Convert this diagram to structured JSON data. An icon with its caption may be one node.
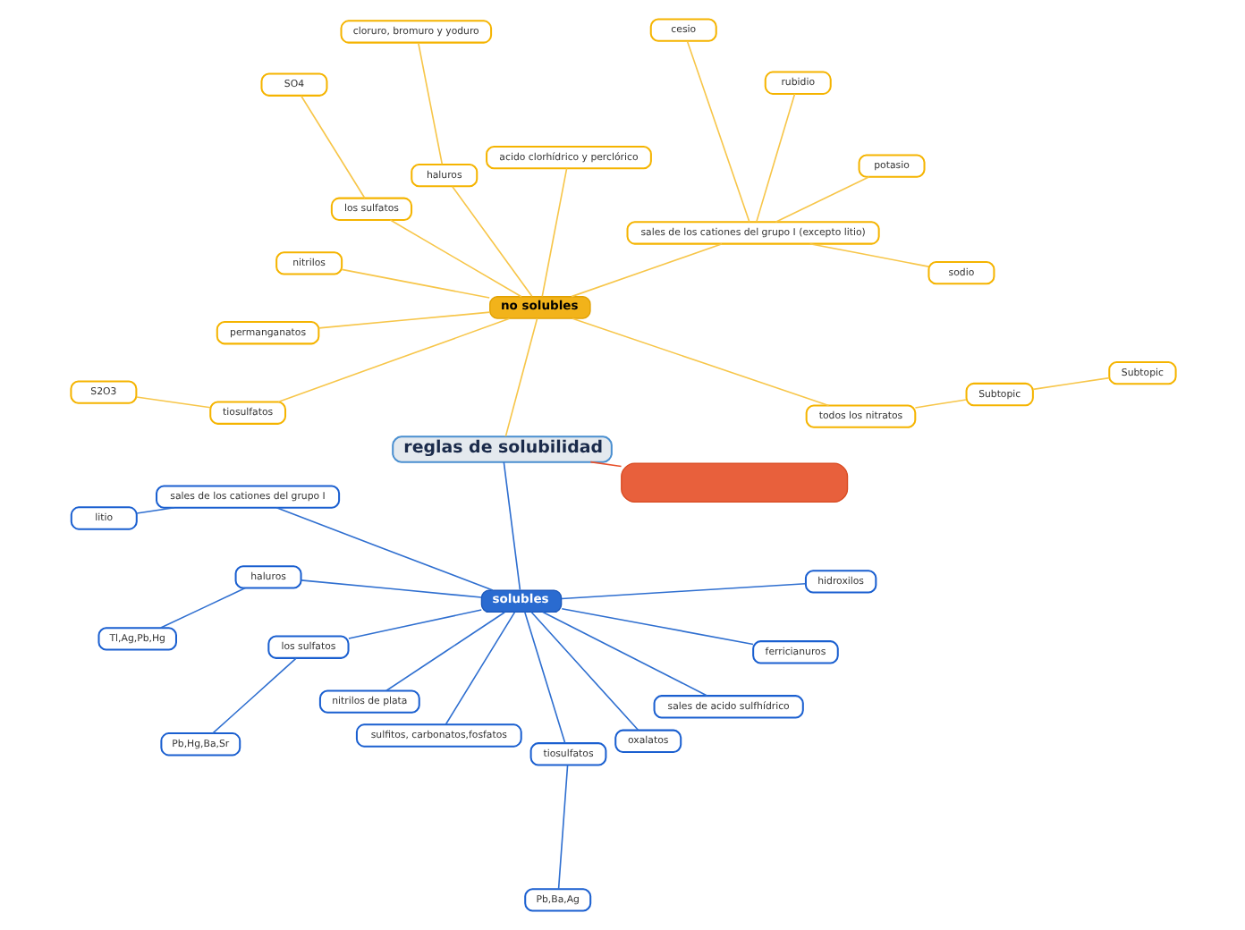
{
  "diagram": {
    "nodes": [
      {
        "text": [
          "reglas de solubilidad"
        ]
      },
      {
        "text": [
          "no solubles"
        ]
      },
      {
        "text": [
          "todos los nitratos"
        ]
      },
      {
        "text": [
          "Subtopic"
        ]
      },
      {
        "text": [
          "Subtopic"
        ]
      },
      {
        "text": [
          "sales de los cationes del grupo I (excepto litio)"
        ]
      },
      {
        "text": [
          "sodio"
        ]
      },
      {
        "text": [
          "potasio"
        ]
      },
      {
        "text": [
          "rubidio"
        ]
      },
      {
        "text": [
          "cesio"
        ]
      },
      {
        "text": [
          "acido clorhídrico y perclórico"
        ]
      },
      {
        "text": [
          "haluros"
        ]
      },
      {
        "text": [
          "cloruro, bromuro y yoduro"
        ]
      },
      {
        "text": [
          "los sulfatos"
        ]
      },
      {
        "text": [
          "SO4"
        ]
      },
      {
        "text": [
          "nitrilos"
        ]
      },
      {
        "text": [
          "permanganatos"
        ]
      },
      {
        "text": [
          "tiosulfatos"
        ]
      },
      {
        "text": [
          "S2O3"
        ]
      },
      {
        "text": [
          "solubles"
        ]
      },
      {
        "text": [
          "sales de los cationes del grupo I"
        ]
      },
      {
        "text": [
          "litio"
        ]
      },
      {
        "text": [
          "haluros"
        ]
      },
      {
        "text": [
          "Tl,Ag,Pb,Hg"
        ]
      },
      {
        "text": [
          "los sulfatos"
        ]
      },
      {
        "text": [
          "Pb,Hg,Ba,Sr"
        ]
      },
      {
        "text": [
          "nitrilos de plata"
        ]
      },
      {
        "text": [
          "sulfitos, carbonatos,fosfatos"
        ]
      },
      {
        "text": [
          "tiosulfatos"
        ]
      },
      {
        "text": [
          "Pb,Ba,Ag"
        ]
      },
      {
        "text": [
          "oxalatos"
        ]
      },
      {
        "text": [
          "sales de acido sulfhídrico"
        ]
      },
      {
        "text": [
          "ferricianuros"
        ]
      },
      {
        "text": [
          "hidroxilos"
        ]
      },
      {
        "text": [],
        "shape": "box"
      }
    ],
    "edges": [
      {
        "from": 0,
        "to": 1,
        "arrow": "none"
      },
      {
        "from": 1,
        "to": 2,
        "arrow": "none"
      },
      {
        "from": 2,
        "to": 3,
        "arrow": "none"
      },
      {
        "from": 3,
        "to": 4,
        "arrow": "none"
      },
      {
        "from": 1,
        "to": 5,
        "arrow": "none"
      },
      {
        "from": 5,
        "to": 6,
        "arrow": "none"
      },
      {
        "from": 5,
        "to": 7,
        "arrow": "none"
      },
      {
        "from": 5,
        "to": 8,
        "arrow": "none"
      },
      {
        "from": 5,
        "to": 9,
        "arrow": "none"
      },
      {
        "from": 1,
        "to": 10,
        "arrow": "none"
      },
      {
        "from": 1,
        "to": 11,
        "arrow": "none"
      },
      {
        "from": 11,
        "to": 12,
        "arrow": "none"
      },
      {
        "from": 1,
        "to": 13,
        "arrow": "none"
      },
      {
        "from": 13,
        "to": 14,
        "arrow": "none"
      },
      {
        "from": 1,
        "to": 15,
        "arrow": "none"
      },
      {
        "from": 1,
        "to": 16,
        "arrow": "none"
      },
      {
        "from": 1,
        "to": 17,
        "arrow": "none"
      },
      {
        "from": 17,
        "to": 18,
        "arrow": "none"
      },
      {
        "from": 0,
        "to": 19,
        "arrow": "none",
        "color": "#2f6fd0"
      },
      {
        "from": 19,
        "to": 20,
        "arrow": "none",
        "color": "#2f6fd0"
      },
      {
        "from": 20,
        "to": 21,
        "arrow": "none",
        "color": "#2f6fd0"
      },
      {
        "from": 19,
        "to": 22,
        "arrow": "none",
        "color": "#2f6fd0"
      },
      {
        "from": 22,
        "to": 23,
        "arrow": "none",
        "color": "#2f6fd0"
      },
      {
        "from": 19,
        "to": 24,
        "arrow": "none",
        "color": "#2f6fd0"
      },
      {
        "from": 24,
        "to": 25,
        "arrow": "none",
        "color": "#2f6fd0"
      },
      {
        "from": 19,
        "to": 26,
        "arrow": "none",
        "color": "#2f6fd0"
      },
      {
        "from": 19,
        "to": 27,
        "arrow": "none",
        "color": "#2f6fd0"
      },
      {
        "from": 19,
        "to": 28,
        "arrow": "none",
        "color": "#2f6fd0"
      },
      {
        "from": 28,
        "to": 29,
        "arrow": "none",
        "color": "#2f6fd0"
      },
      {
        "from": 19,
        "to": 30,
        "arrow": "none",
        "color": "#2f6fd0"
      },
      {
        "from": 19,
        "to": 31,
        "arrow": "none",
        "color": "#2f6fd0"
      },
      {
        "from": 19,
        "to": 32,
        "arrow": "none",
        "color": "#2f6fd0"
      },
      {
        "from": 19,
        "to": 33,
        "arrow": "none",
        "color": "#2f6fd0"
      },
      {
        "from": 0,
        "to": 34,
        "arrow": "none",
        "color": "#e8502a"
      }
    ]
  }
}
